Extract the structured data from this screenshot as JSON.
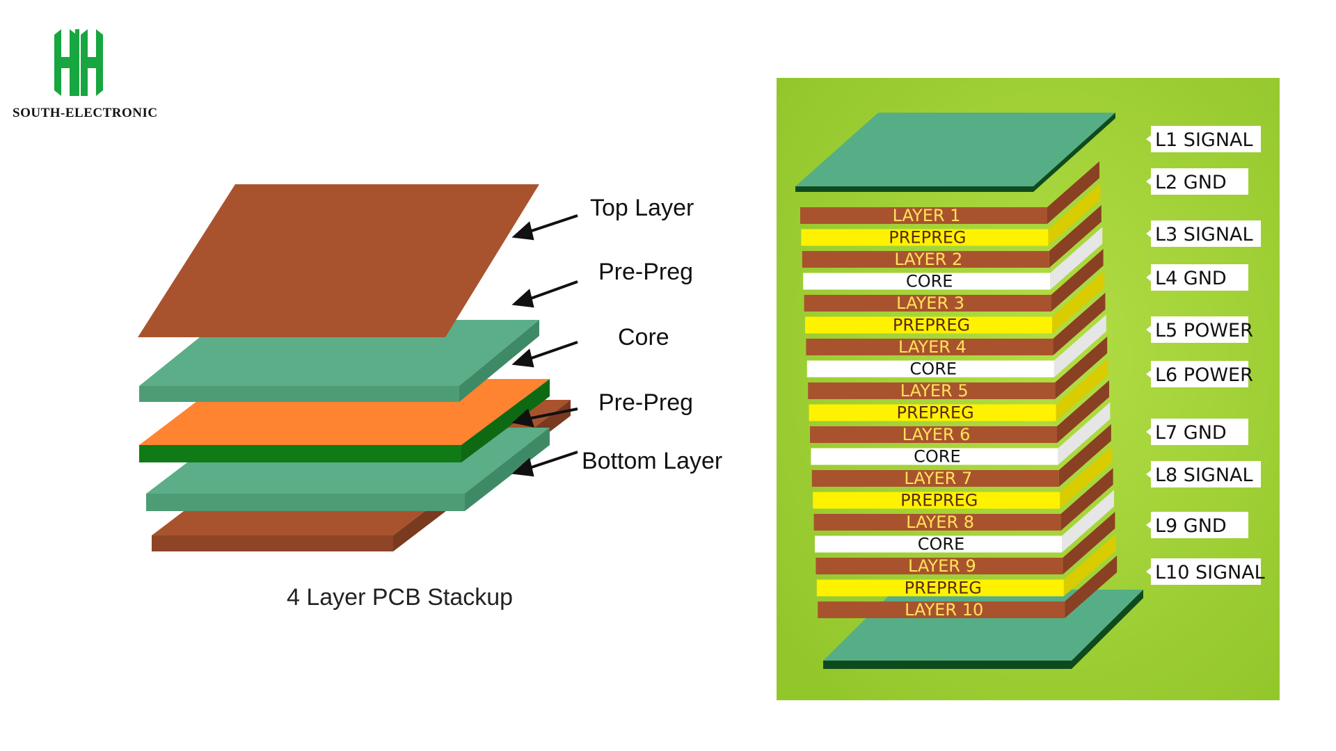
{
  "brand": {
    "name": "SOUTH-ELECTRONIC",
    "logo_icon": "hh-logo-icon"
  },
  "left_diagram": {
    "caption": "4 Layer PCB Stackup",
    "labels": [
      "Top Layer",
      "Pre-Preg",
      "Core",
      "Pre-Preg",
      "Bottom Layer"
    ],
    "colors": {
      "copper": "#A95A32",
      "prepreg": "#5BAE88",
      "core_top": "#FF8432",
      "core_side": "#0F7A16"
    }
  },
  "right_diagram": {
    "background": "#A6D63A",
    "layers": [
      {
        "label": "LAYER 1",
        "kind": "copper"
      },
      {
        "label": "PREPREG",
        "kind": "prepreg"
      },
      {
        "label": "LAYER 2",
        "kind": "copper"
      },
      {
        "label": "CORE",
        "kind": "core"
      },
      {
        "label": "LAYER 3",
        "kind": "copper"
      },
      {
        "label": "PREPREG",
        "kind": "prepreg"
      },
      {
        "label": "LAYER 4",
        "kind": "copper"
      },
      {
        "label": "CORE",
        "kind": "core"
      },
      {
        "label": "LAYER 5",
        "kind": "copper"
      },
      {
        "label": "PREPREG",
        "kind": "prepreg"
      },
      {
        "label": "LAYER 6",
        "kind": "copper"
      },
      {
        "label": "CORE",
        "kind": "core"
      },
      {
        "label": "LAYER 7",
        "kind": "copper"
      },
      {
        "label": "PREPREG",
        "kind": "prepreg"
      },
      {
        "label": "LAYER 8",
        "kind": "copper"
      },
      {
        "label": "CORE",
        "kind": "core"
      },
      {
        "label": "LAYER 9",
        "kind": "copper"
      },
      {
        "label": "PREPREG",
        "kind": "prepreg"
      },
      {
        "label": "LAYER 10",
        "kind": "copper"
      }
    ],
    "tags": [
      "L1 SIGNAL",
      "L2 GND",
      "L3 SIGNAL",
      "L4 GND",
      "L5 POWER",
      "L6 POWER",
      "L7 GND",
      "L8 SIGNAL",
      "L9 GND",
      "L10 SIGNAL"
    ],
    "colors": {
      "copper": "#A9532E",
      "prepreg": "#FFF200",
      "core": "#FFFFFF",
      "mask": "#55AE86",
      "mask_dark": "#0F4A1E"
    }
  }
}
